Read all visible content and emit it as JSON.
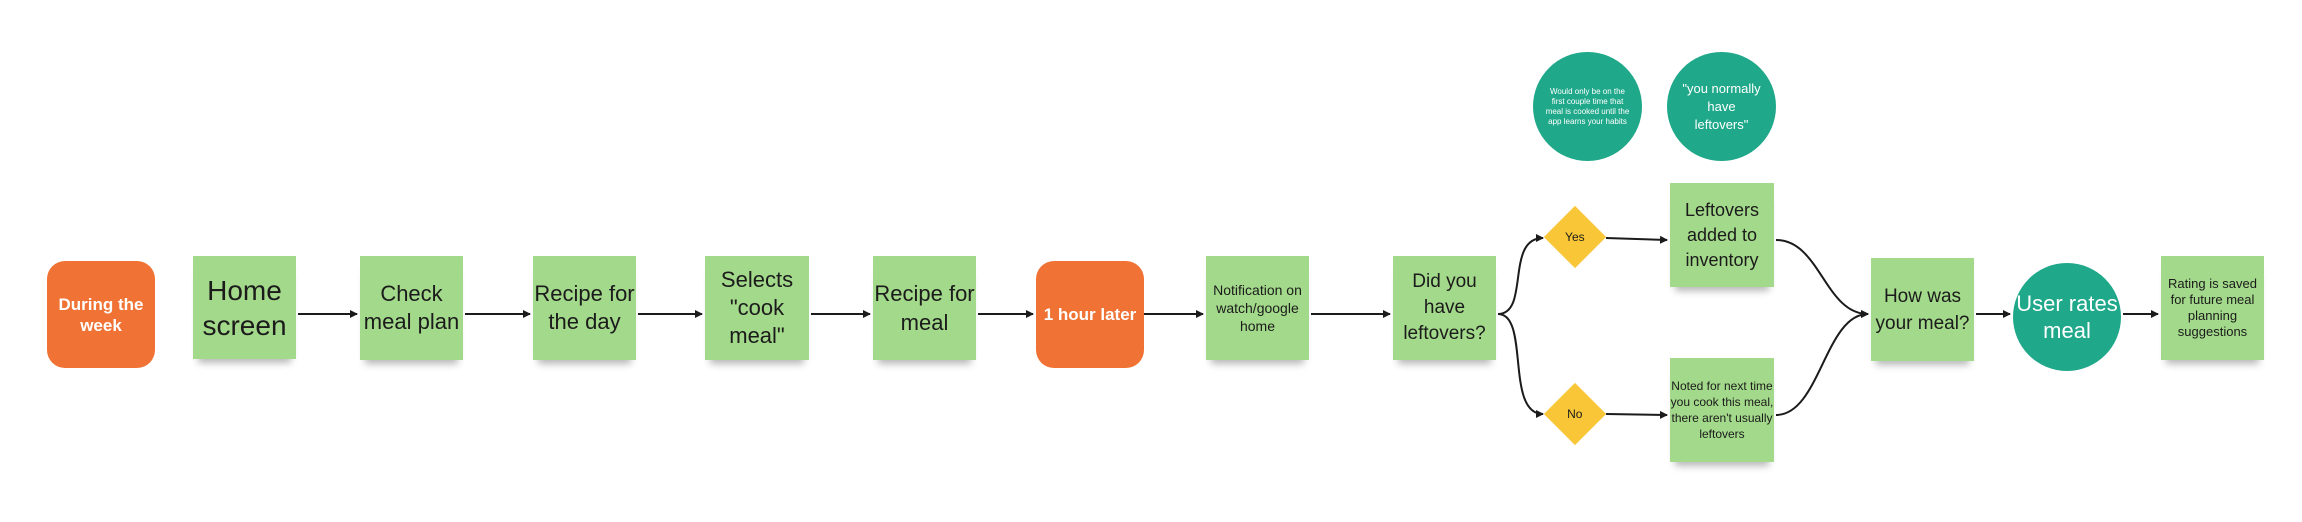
{
  "flow": {
    "during_the_week": "During the week",
    "home_screen": "Home screen",
    "check_meal_plan": "Check meal plan",
    "recipe_for_the_day": "Recipe for the day",
    "selects_cook_meal": "Selects \"cook meal\"",
    "recipe_for_meal": "Recipe for meal",
    "one_hour_later": "1 hour later",
    "notification": "Notification on watch/google home",
    "did_you_have_leftovers": "Did you have leftovers?",
    "yes": "Yes",
    "no": "No",
    "leftovers_added": "Leftovers added to inventory",
    "noted_next_time": "Noted for next time you cook this meal, there aren't usually leftovers",
    "how_was_your_meal": "How was your meal?",
    "user_rates_meal": "User rates meal",
    "rating_saved": "Rating is saved for future meal planning suggestions"
  },
  "annotations": {
    "first_couple_times": "Would only be on the first couple time that meal is cooked until the app learns your habits",
    "you_normally_have_leftovers": "\"you normally have leftovers\""
  },
  "colors": {
    "sticky_green": "#a3d98a",
    "event_orange": "#f07335",
    "decision_yellow": "#f9c637",
    "circle_teal": "#1fa88a",
    "connector": "#1b1b1b"
  }
}
